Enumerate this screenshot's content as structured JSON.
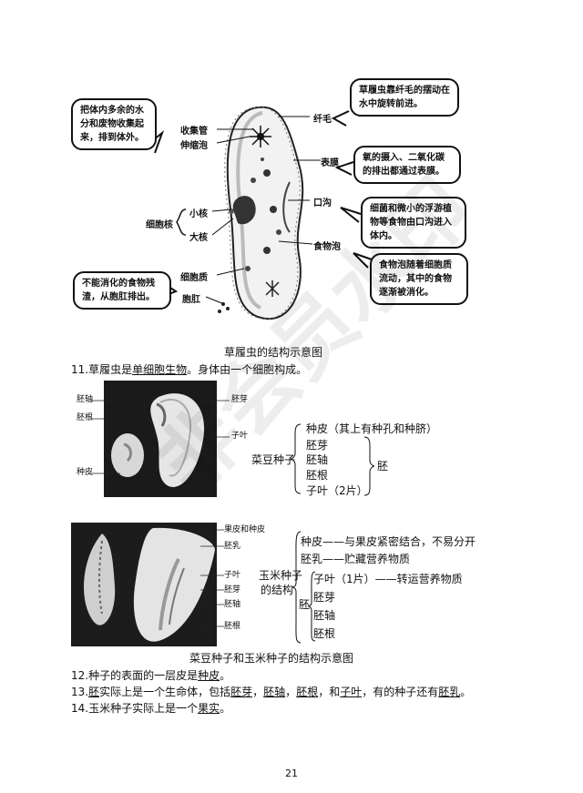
{
  "paramecium": {
    "caption": "草履虫的结构示意图",
    "callouts": {
      "left_top": "把体内多余的水分和废物收集起来，排到体外。",
      "left_bottom": "不能消化的食物残渣，从胞肛排出。",
      "right_1": "草履虫靠纤毛的摆动在水中旋转前进。",
      "right_2": "氧的摄入、二氧化碳的排出都通过表膜。",
      "right_3": "细菌和微小的浮游植物等食物由口沟进入体内。",
      "right_4": "食物泡随着细胞质流动，其中的食物逐渐被消化。"
    },
    "labels": {
      "collecting_duct": "收集管",
      "contractile_vacuole": "伸缩泡",
      "nucleus": "细胞核",
      "micronucleus": "小核",
      "macronucleus": "大核",
      "cytoplasm": "细胞质",
      "anal_pore": "胞肛",
      "cilia": "纤毛",
      "pellicle": "表膜",
      "oral_groove": "口沟",
      "food_vacuole": "食物泡"
    }
  },
  "line11": {
    "prefix": "11.草履虫是",
    "term": "单细胞生物",
    "suffix": "。身体由一个细胞构成。"
  },
  "bean": {
    "img_labels": {
      "radicle_l": "胚轴",
      "hypocotyl_l": "胚根",
      "seedcoat_l": "种皮",
      "plumule_r": "胚芽",
      "cotyledon_r": "子叶"
    },
    "title": "菜豆种子",
    "seed_coat": "种皮（其上有种孔和种脐）",
    "plumule": "胚芽",
    "axis": "胚轴",
    "root": "胚根",
    "cotyledon": "子叶（2片）",
    "embryo": "胚"
  },
  "corn": {
    "img_labels": {
      "pericarp": "果皮和种皮",
      "endosperm": "胚乳",
      "cotyledon": "子叶",
      "plumule": "胚芽",
      "axis": "胚轴",
      "root": "胚根"
    },
    "title_line1": "玉米种子",
    "title_line2": "的结构",
    "seed_coat": "种皮——与果皮紧密结合，不易分开",
    "endosperm": "胚乳——贮藏营养物质",
    "cotyledon": "子叶（1片）——转运营养物质",
    "plumule": "胚芽",
    "axis": "胚轴",
    "root": "胚根",
    "embryo": "胚"
  },
  "caption2": "菜豆种子和玉米种子的结构示意图",
  "line12": {
    "prefix": "12.种子的表面的一层皮是",
    "term": "种皮",
    "suffix": "。"
  },
  "line13": {
    "p1": "13.",
    "t1": "胚",
    "p2": "实际上是一个生命体，包括",
    "t2": "胚芽",
    "s1": "，",
    "t3": "胚轴",
    "s2": "，",
    "t4": "胚根",
    "s3": "，和",
    "t5": "子叶",
    "p3": "，有的种子还有",
    "t6": "胚乳",
    "p4": "。"
  },
  "line14": {
    "prefix": "14.玉米种子实际上是一个",
    "term": "果实",
    "suffix": "。"
  },
  "page_number": "21",
  "watermark": "非会员水印"
}
